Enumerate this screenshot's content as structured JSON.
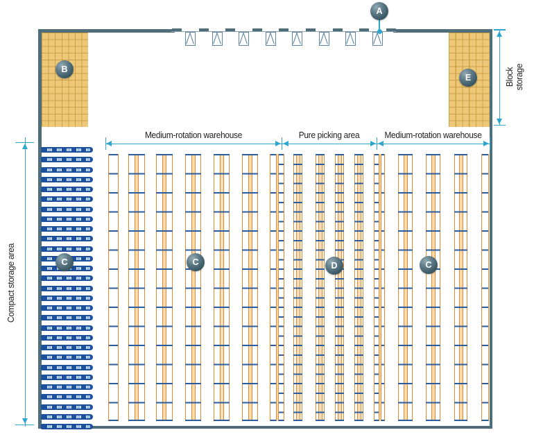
{
  "labels": {
    "medium_left": "Medium-rotation warehouse",
    "picking": "Pure picking area",
    "medium_right": "Medium-rotation warehouse",
    "compact": "Compact storage area",
    "block_storage": "Block storage"
  },
  "markers": [
    {
      "letter": "A",
      "area": "dock-doors"
    },
    {
      "letter": "B",
      "area": "block-storage-left"
    },
    {
      "letter": "C",
      "area": "compact-storage"
    },
    {
      "letter": "C",
      "area": "medium-rotation-left"
    },
    {
      "letter": "D",
      "area": "pure-picking"
    },
    {
      "letter": "C",
      "area": "medium-rotation-right"
    },
    {
      "letter": "E",
      "area": "block-storage-right"
    }
  ],
  "colors": {
    "wall": "#4e6e79",
    "wall_light": "#8aa0ac",
    "dimension": "#2da7cd",
    "rack_orange": "#e8872e",
    "rack_band": "#f8dcb4",
    "rack_divider": "#2a5c9e",
    "block_fill": "#edc878",
    "block_grid": "#cf9f47",
    "compact_bar": "#1c4f9d",
    "compact_dash": "#9dbfe8",
    "door": "#5e85a3",
    "text": "#1f1f1f"
  }
}
